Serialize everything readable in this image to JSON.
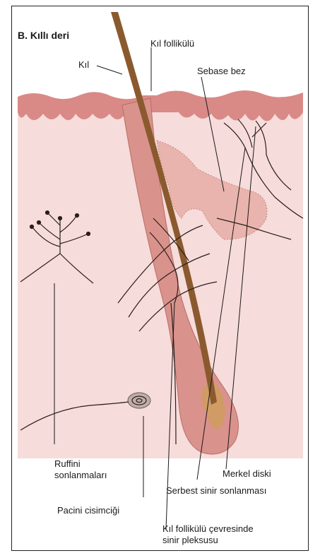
{
  "title": "B. Kıllı deri",
  "labels": {
    "kil": "Kıl",
    "kil_follikulu": "Kıl follikülü",
    "sebase_bez": "Sebase bez",
    "ruffini_line1": "Ruffini",
    "ruffini_line2": "sonlanmaları",
    "merkel": "Merkel diski",
    "serbest": "Serbest sinir sonlanması",
    "pacini": "Pacini cisimciği",
    "pleksus_line1": "Kıl follikülü çevresinde",
    "pleksus_line2": "sinir pleksusu"
  },
  "colors": {
    "skin_fill": "#f6dcda",
    "epidermis": "#d98a86",
    "follicle": "#d9928c",
    "hair_shaft": "#8a5a2e",
    "gland": "#e9b4ad",
    "nerve": "#2a1f1a",
    "frame_border": "#222222"
  }
}
